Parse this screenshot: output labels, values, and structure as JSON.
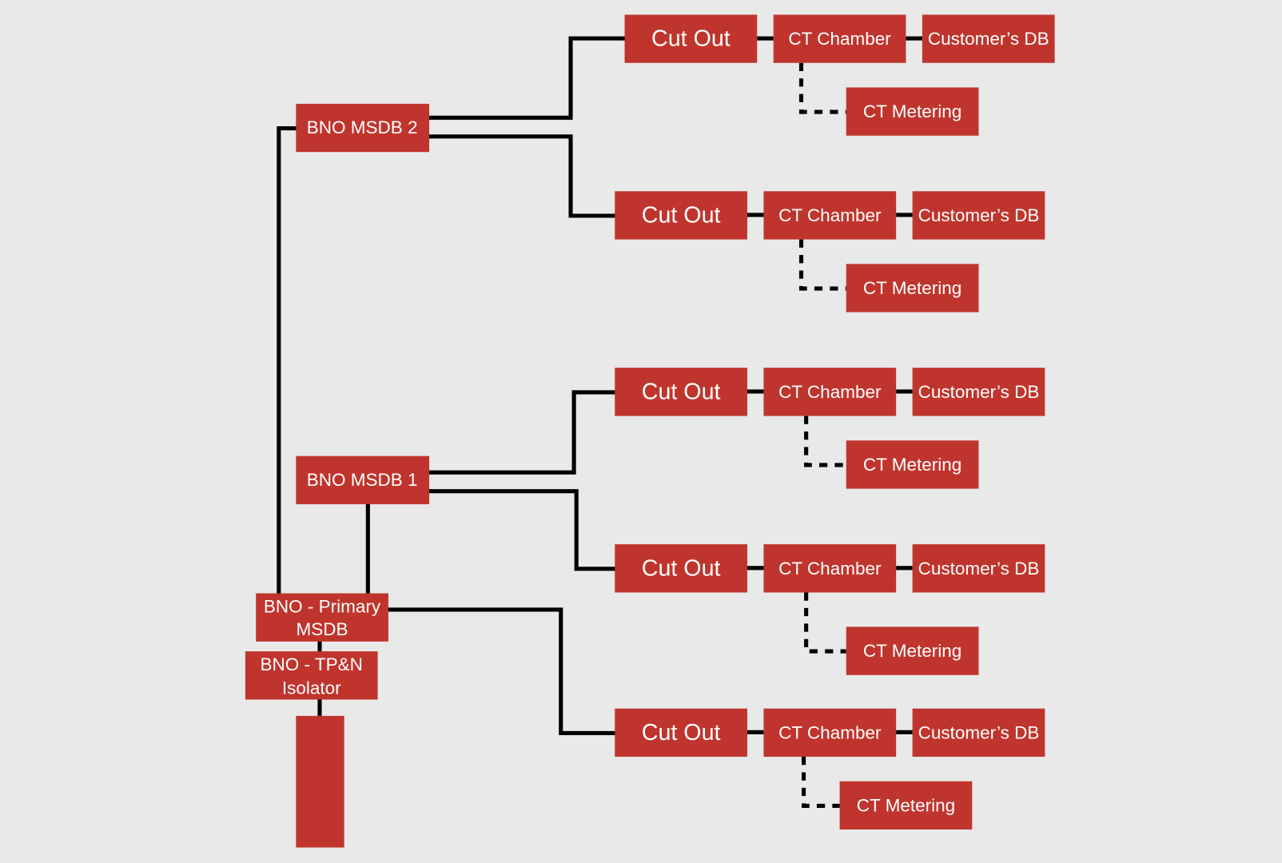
{
  "diagram": {
    "colors": {
      "background": "#e9e9e9",
      "box": "#bf352d",
      "text": "#ffffff",
      "line": "#000000"
    },
    "supply": {
      "label": ""
    },
    "isolator": {
      "label_line1": "BNO - TP&N",
      "label_line2": "Isolator"
    },
    "primary": {
      "label_line1": "BNO - Primary",
      "label_line2": "MSDB"
    },
    "msdb2": {
      "label": "BNO MSDB 2"
    },
    "msdb1": {
      "label": "BNO MSDB 1"
    },
    "branches": [
      {
        "parent": "BNO MSDB 2",
        "cut_out": "Cut Out",
        "ct_chamber": "CT Chamber",
        "customer_db": "Customer’s DB",
        "ct_metering": "CT Metering"
      },
      {
        "parent": "BNO MSDB 2",
        "cut_out": "Cut Out",
        "ct_chamber": "CT Chamber",
        "customer_db": "Customer’s DB",
        "ct_metering": "CT Metering"
      },
      {
        "parent": "BNO MSDB 1",
        "cut_out": "Cut Out",
        "ct_chamber": "CT Chamber",
        "customer_db": "Customer’s DB",
        "ct_metering": "CT Metering"
      },
      {
        "parent": "BNO MSDB 1",
        "cut_out": "Cut Out",
        "ct_chamber": "CT Chamber",
        "customer_db": "Customer’s DB",
        "ct_metering": "CT Metering"
      },
      {
        "parent": "BNO - Primary MSDB",
        "cut_out": "Cut Out",
        "ct_chamber": "CT Chamber",
        "customer_db": "Customer’s DB",
        "ct_metering": "CT Metering"
      }
    ]
  }
}
